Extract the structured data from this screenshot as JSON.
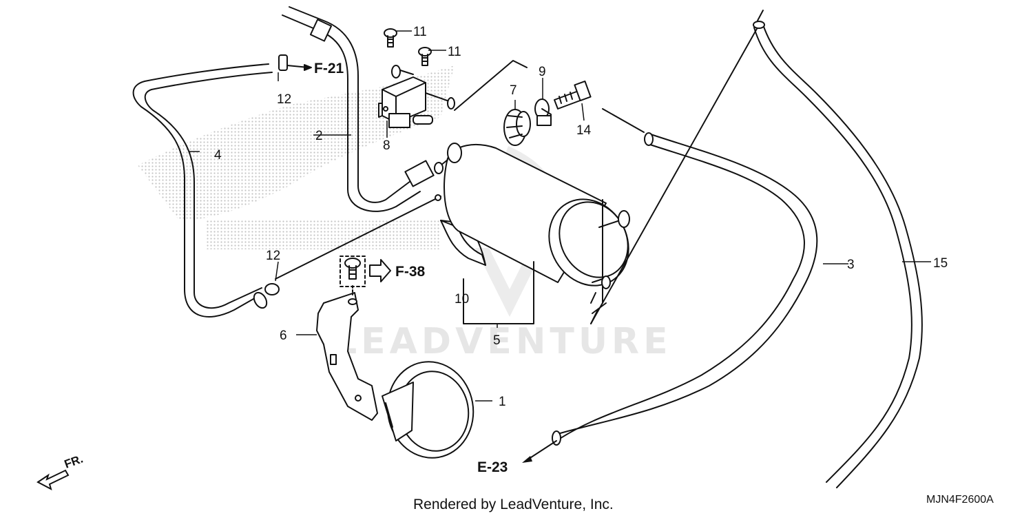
{
  "diagram": {
    "diagram_code": "MJN4F2600A",
    "credit": "Rendered by LeadVenture, Inc.",
    "watermark": "LEADVENTURE",
    "front_indicator": "FR.",
    "colors": {
      "line": "#111111",
      "watermark": "#e6e6e6",
      "halftone": "#c8c8c8"
    },
    "callouts": [
      {
        "id": "c1",
        "label": "1"
      },
      {
        "id": "c2",
        "label": "2"
      },
      {
        "id": "c3",
        "label": "3"
      },
      {
        "id": "c4",
        "label": "4"
      },
      {
        "id": "c5",
        "label": "5"
      },
      {
        "id": "c6",
        "label": "6"
      },
      {
        "id": "c7",
        "label": "7"
      },
      {
        "id": "c8",
        "label": "8"
      },
      {
        "id": "c9",
        "label": "9"
      },
      {
        "id": "c10",
        "label": "10"
      },
      {
        "id": "c11a",
        "label": "11"
      },
      {
        "id": "c11b",
        "label": "11"
      },
      {
        "id": "c12a",
        "label": "12"
      },
      {
        "id": "c12b",
        "label": "12"
      },
      {
        "id": "c14",
        "label": "14"
      },
      {
        "id": "c15",
        "label": "15"
      }
    ],
    "references": [
      {
        "id": "r1",
        "label": "F-21"
      },
      {
        "id": "r2",
        "label": "F-38"
      },
      {
        "id": "r3",
        "label": "E-23"
      }
    ]
  }
}
